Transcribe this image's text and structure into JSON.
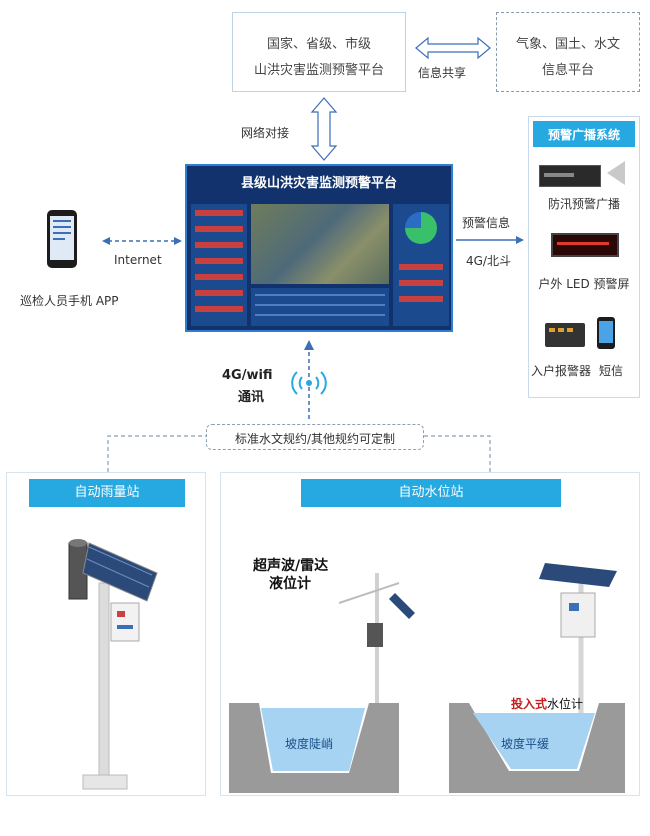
{
  "top": {
    "national_platform": [
      "国家、省级、市级",
      "山洪灾害监测预警平台"
    ],
    "info_share": "信息共享",
    "partner_platform": [
      "气象、国土、水文",
      "信息平台"
    ],
    "network_link": "网络对接"
  },
  "center": {
    "title": "县级山洪灾害监测预警平台",
    "warning_info": "预警信息",
    "network_4g": "4G/北斗"
  },
  "left": {
    "internet": "Internet",
    "app_label": "巡检人员手机 APP"
  },
  "broadcast": {
    "title": "预警广播系统",
    "items": [
      "防汛预警广播",
      "户外 LED 预警屏",
      "入户报警器",
      "短信"
    ]
  },
  "comm": {
    "label_line1": "4G/wifi",
    "label_line2": "通讯",
    "protocol": "标准水文规约/其他规约可定制"
  },
  "stations": {
    "rain": "自动雨量站",
    "water": "自动水位站",
    "sensor_label": [
      "超声波/雷达",
      "液位计"
    ],
    "slope_steep": [
      "坡度",
      "陡峭"
    ],
    "slope_gentle": [
      "坡度",
      "平缓"
    ],
    "immersion_red": "投入式",
    "immersion_rest": "水位计"
  },
  "colors": {
    "accent_blue": "#26a9e0",
    "arrow_blue": "#3b6fb6",
    "dash_gray": "#8aa0b8",
    "screen_bg": "#12326e"
  }
}
